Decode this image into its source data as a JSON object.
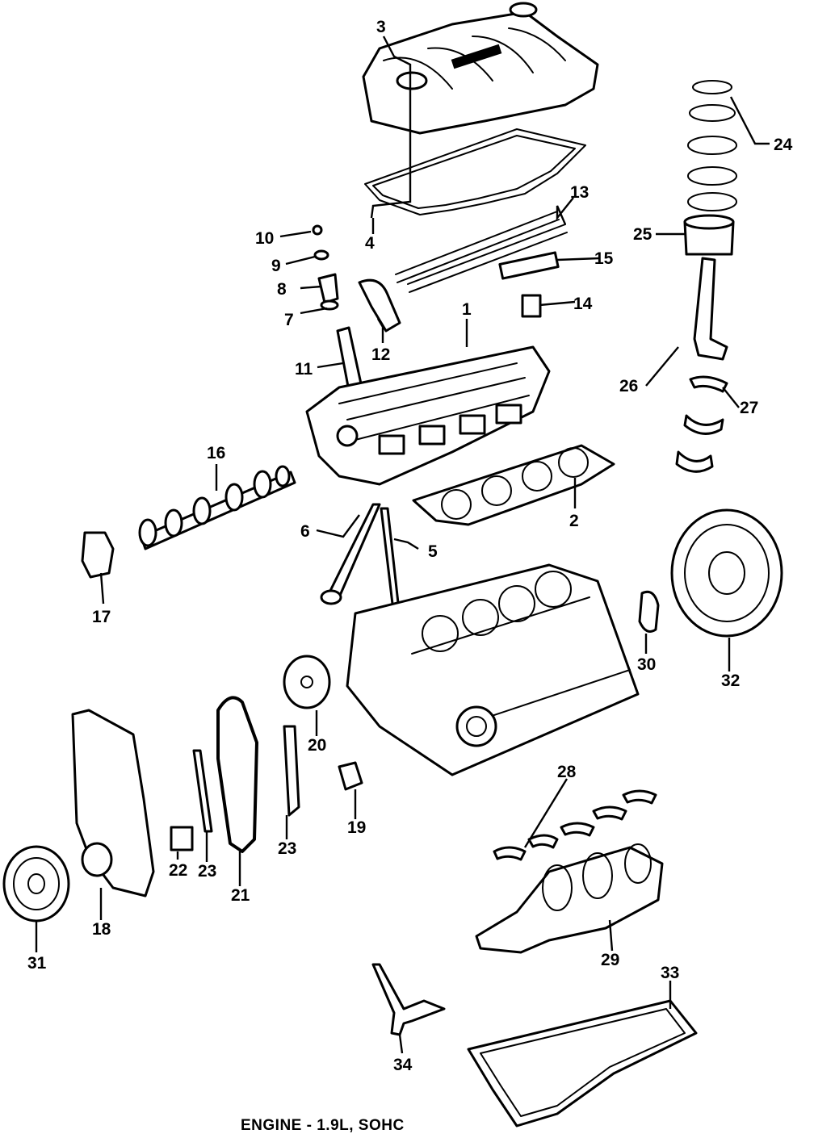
{
  "caption": "ENGINE - 1.9L, SOHC",
  "callouts": {
    "c1": "1",
    "c2": "2",
    "c3": "3",
    "c4": "4",
    "c5": "5",
    "c6": "6",
    "c7": "7",
    "c8": "8",
    "c9": "9",
    "c10": "10",
    "c11": "11",
    "c12": "12",
    "c13": "13",
    "c14": "14",
    "c15": "15",
    "c16": "16",
    "c17": "17",
    "c18": "18",
    "c19": "19",
    "c20": "20",
    "c21": "21",
    "c22": "22",
    "c23a": "23",
    "c23b": "23",
    "c24": "24",
    "c25": "25",
    "c26": "26",
    "c27": "27",
    "c28": "28",
    "c29": "29",
    "c30": "30",
    "c31": "31",
    "c32": "32",
    "c33": "33",
    "c34": "34"
  },
  "colors": {
    "ink": "#000000",
    "paper": "#ffffff"
  }
}
